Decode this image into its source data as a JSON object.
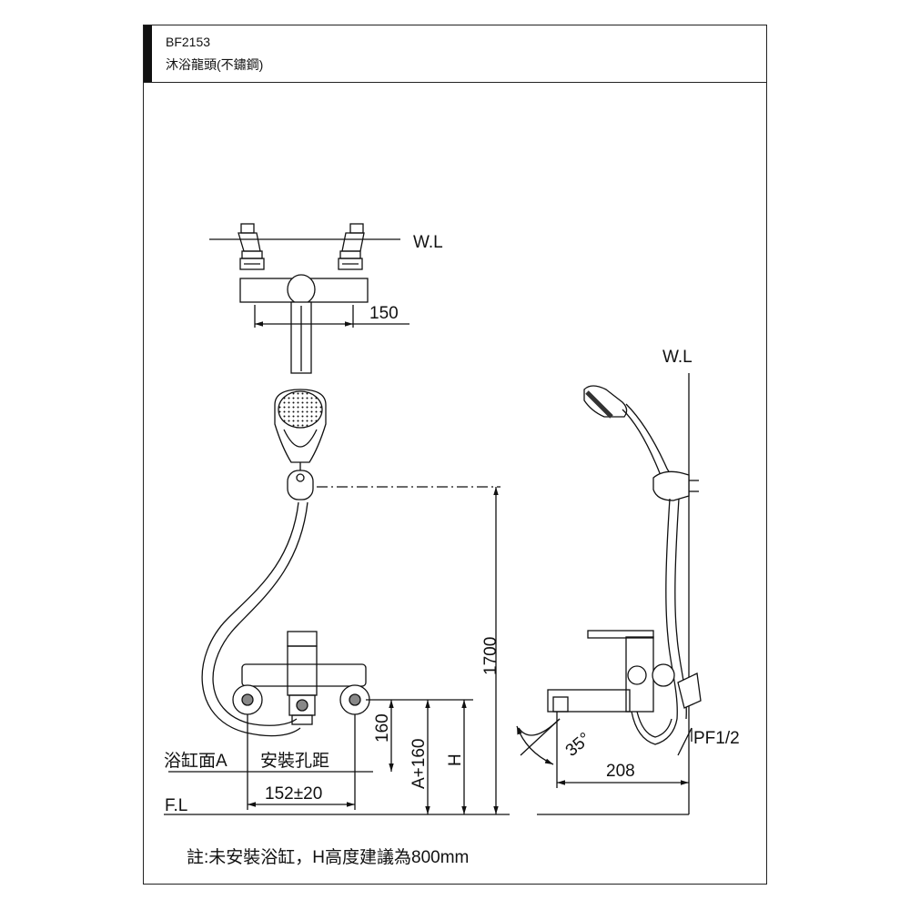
{
  "header": {
    "model": "BF2153",
    "name": "沐浴龍頭(不鏽鋼)"
  },
  "labels": {
    "wl_top": "W.L",
    "dim_150": "150",
    "wl_side": "W.L",
    "dim_1700": "1700",
    "dim_160": "160",
    "dim_a160": "A+160",
    "dim_h": "H",
    "tub_surface": "浴缸面A",
    "hole_spacing": "安裝孔距",
    "dim_152": "152±20",
    "fl": "F.L",
    "angle": "35°",
    "pf": "PF1/2",
    "dim_208": "208"
  },
  "note": "註:未安裝浴缸，H高度建議為800mm"
}
